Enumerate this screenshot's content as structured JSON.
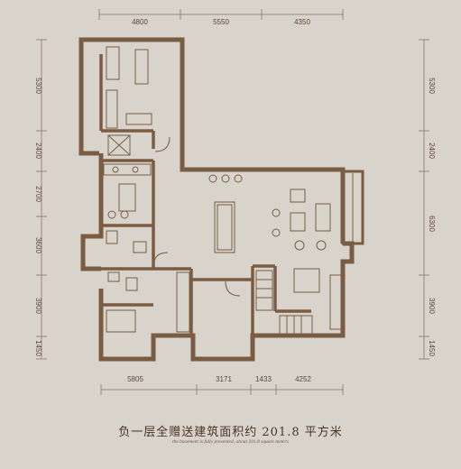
{
  "plan": {
    "top_dims": [
      "4800",
      "5550",
      "4350"
    ],
    "bottom_dims": [
      "5805",
      "3171",
      "1433",
      "4252"
    ],
    "left_dims": [
      "5300",
      "2400",
      "2700",
      "3600",
      "3900",
      "1450"
    ],
    "right_dims": [
      "5300",
      "2400",
      "6300",
      "3900",
      "1450"
    ],
    "caption_cn": "负一层全赠送建筑面积约 201.8 平方米",
    "caption_en": "the basement is fully presented, about 201.8 square meters"
  },
  "colors": {
    "background": "#d9d4cb",
    "wall": "#7a5c43",
    "ink": "#5a4634"
  }
}
